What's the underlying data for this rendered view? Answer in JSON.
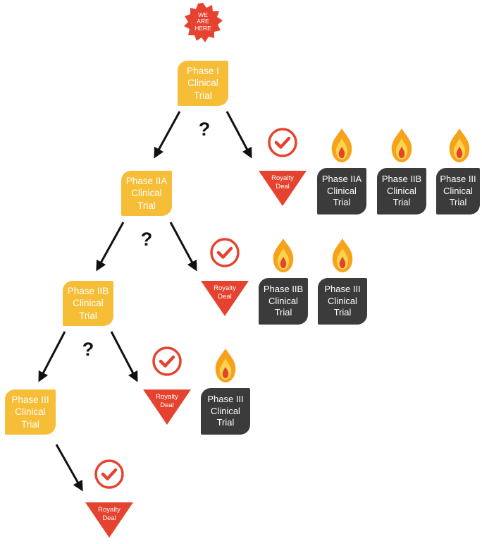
{
  "badge": {
    "text": "WE\nARE\nHERE",
    "color": "#e5432f"
  },
  "colors": {
    "phase": "#f6bd36",
    "burn": "#3b3b3b",
    "royalty": "#e5432f"
  },
  "question_mark": "?",
  "royalty_label": "Royalty\nDeal",
  "phases": [
    {
      "id": "p1",
      "label": "Phase I\nClinical\nTrial"
    },
    {
      "id": "p2a",
      "label": "Phase IIA\nClinical\nTrial"
    },
    {
      "id": "p2b",
      "label": "Phase IIB\nClinical\nTrial"
    },
    {
      "id": "p3",
      "label": "Phase III\nClinical\nTrial"
    }
  ],
  "burned_rows": [
    [
      "Phase IIA\nClinical\nTrial",
      "Phase IIB\nClinical\nTrial",
      "Phase III\nClinical\nTrial"
    ],
    [
      "Phase IIB\nClinical\nTrial",
      "Phase III\nClinical\nTrial"
    ],
    [
      "Phase III\nClinical\nTrial"
    ]
  ]
}
